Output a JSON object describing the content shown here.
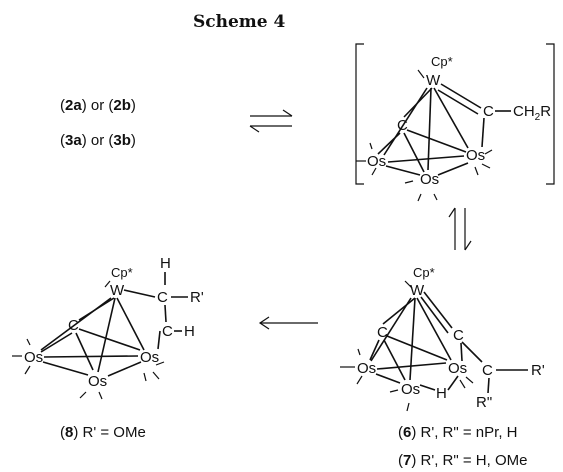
{
  "scheme_title": "Scheme 4",
  "reactants": {
    "line1": {
      "c1": "2a",
      "or": "or",
      "c2": "2b"
    },
    "line2": {
      "c1": "3a",
      "or": "or",
      "c2": "3b"
    }
  },
  "atoms": {
    "os": "Os",
    "w": "W",
    "c": "C",
    "cp": "Cp*",
    "h": "H",
    "ch2r": "CH2R",
    "r1": "R'",
    "r2": "R\""
  },
  "compound8": {
    "id": "8",
    "text": "R' = OMe"
  },
  "compound6": {
    "id": "6",
    "text": "R', R\" = nPr, H"
  },
  "compound7": {
    "id": "7",
    "text": "R', R\" = H, OMe"
  }
}
